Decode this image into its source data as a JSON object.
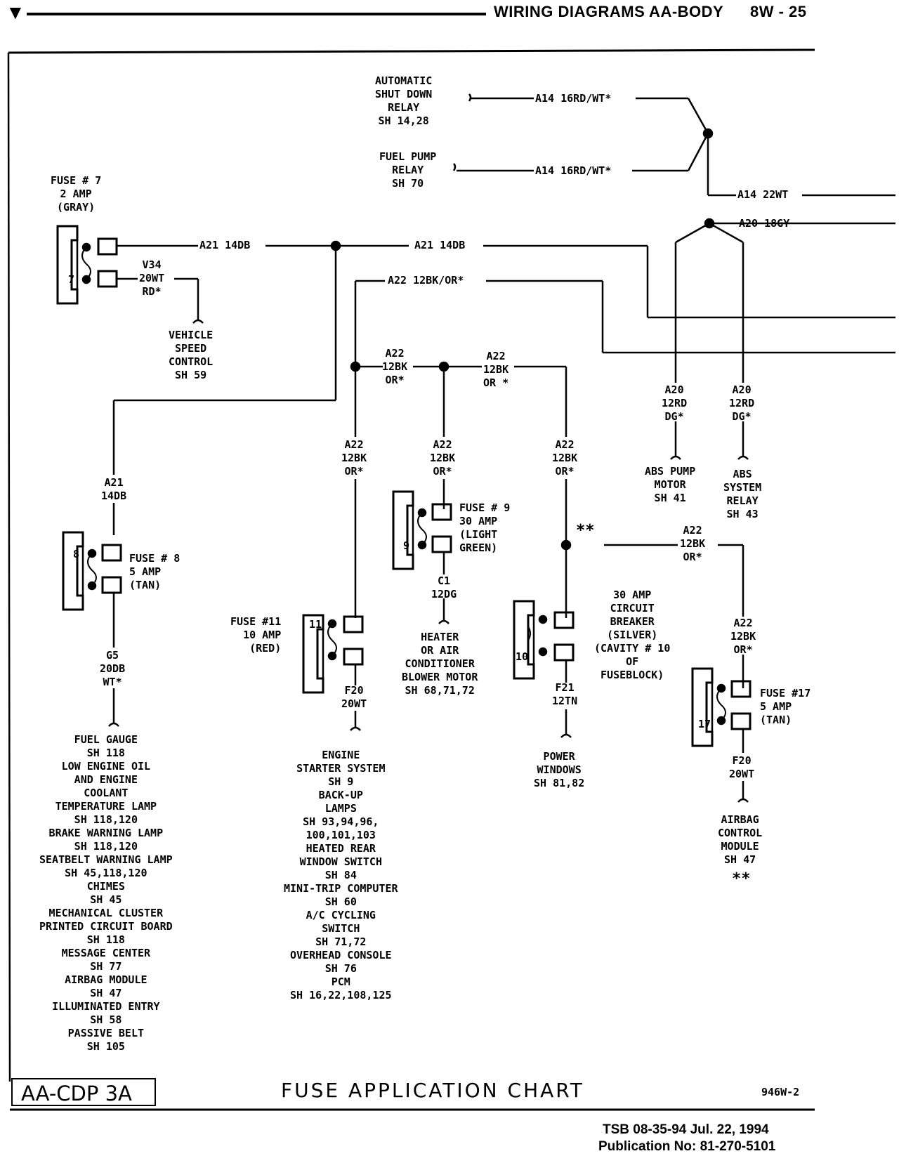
{
  "header": {
    "arrow": "▼",
    "title": "WIRING DIAGRAMS AA-BODY",
    "page_ref": "8W - 25"
  },
  "inputs": {
    "asd_relay": "AUTOMATIC\nSHUT DOWN\nRELAY\nSH 14,28",
    "asd_wire": "A14 16RD/WT*",
    "fuel_pump_relay": "FUEL PUMP\nRELAY\nSH 70",
    "fuel_pump_wire": "A14 16RD/WT*",
    "a14_out": "A14 22WT",
    "a20_out": "A20 18GY"
  },
  "fuses": {
    "f7": {
      "label": "FUSE # 7\n2 AMP\n(GRAY)",
      "cavity": "7"
    },
    "f8": {
      "label": "FUSE # 8\n5 AMP\n(TAN)",
      "cavity": "8"
    },
    "f9": {
      "label": "FUSE # 9\n30 AMP\n(LIGHT\nGREEN)",
      "cavity": "9"
    },
    "f11": {
      "label": "FUSE #11\n10 AMP\n(RED)",
      "cavity": "11"
    },
    "f17": {
      "label": "FUSE #17\n5 AMP\n(TAN)",
      "cavity": "17"
    },
    "cb10": {
      "label": "30 AMP\nCIRCUIT\nBREAKER\n(SILVER)\n(CAVITY # 10\nOF\nFUSEBLOCK)",
      "cavity": "10"
    }
  },
  "wires": {
    "a21_left": "A21 14DB",
    "a21_right": "A21 14DB",
    "v34": "V34\n20WT\nRD*",
    "a22_top": "A22 12BK/OR*",
    "a22_j1": "A22\n12BK\nOR*",
    "a22_j2": "A22\n12BK\nOR *",
    "a22_f11": "A22\n12BK\nOR*",
    "a22_f9": "A22\n12BK\nOR*",
    "a22_cb": "A22\n12BK\nOR*",
    "a22_branch": "A22\n12BK\nOR*",
    "a22_f17": "A22\n12BK\nOR*",
    "a21_f8": "A21\n14DB",
    "g5": "G5\n20DB\nWT*",
    "f20_f11": "F20\n20WT",
    "c1": "C1\n12DG",
    "f21": "F21\n12TN",
    "f20_f17": "F20\n20WT",
    "a20_pump": "A20\n12RD\nDG*",
    "a20_relay": "A20\n12RD\nDG*",
    "double_star": "**"
  },
  "destinations": {
    "vsc": "VEHICLE\nSPEED\nCONTROL\nSH 59",
    "abs_pump": "ABS PUMP\nMOTOR\nSH 41",
    "abs_relay": "ABS\nSYSTEM\nRELAY\nSH 43",
    "heater": "HEATER\nOR AIR\nCONDITIONER\nBLOWER MOTOR\nSH 68,71,72",
    "power_windows": "POWER\nWINDOWS\nSH 81,82",
    "airbag_cm": "AIRBAG\nCONTROL\nMODULE\nSH 47",
    "airbag_note": "**",
    "fuse8_list": "FUEL GAUGE\nSH 118\nLOW ENGINE OIL\nAND ENGINE\nCOOLANT\nTEMPERATURE LAMP\nSH 118,120\nBRAKE WARNING LAMP\nSH 118,120\nSEATBELT WARNING LAMP\nSH 45,118,120\nCHIMES\nSH 45\nMECHANICAL CLUSTER\nPRINTED CIRCUIT BOARD\nSH 118\nMESSAGE CENTER\nSH 77\nAIRBAG MODULE\nSH 47\nILLUMINATED ENTRY\nSH 58\nPASSIVE BELT\nSH 105",
    "fuse11_list": "ENGINE\nSTARTER SYSTEM\nSH 9\nBACK-UP\nLAMPS\nSH 93,94,96,\n100,101,103\nHEATED REAR\nWINDOW SWITCH\nSH 84\nMINI-TRIP COMPUTER\nSH 60\nA/C CYCLING\nSWITCH\nSH 71,72\nOVERHEAD CONSOLE\nSH 76\nPCM\nSH 16,22,108,125"
  },
  "footer": {
    "code": "AA-CDP 3A",
    "title": "FUSE APPLICATION CHART",
    "ref": "946W-2",
    "tsb": "TSB 08-35-94     Jul. 22, 1994",
    "publication": "Publication No:  81-270-5101"
  }
}
